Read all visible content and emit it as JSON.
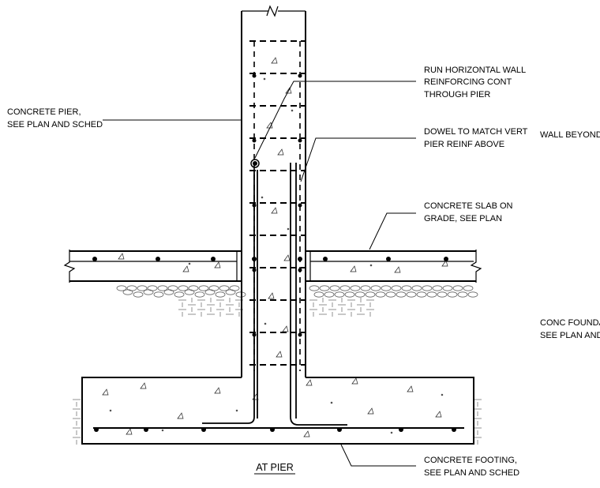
{
  "title": "AT PIER",
  "notes": {
    "concrete_pier": [
      "CONCRETE PIER,",
      "SEE PLAN AND SCHED"
    ],
    "horizontal_reinforcing": [
      "RUN HORIZONTAL WALL",
      "REINFORCING CONT",
      "THROUGH PIER"
    ],
    "dowel": [
      "DOWEL TO MATCH VERT",
      "PIER REINF ABOVE"
    ],
    "wall_beyond": [
      "WALL BEYOND"
    ],
    "slab_on_grade": [
      "CONCRETE SLAB ON",
      "GRADE, SEE PLAN"
    ],
    "conc_foundation": [
      "CONC FOUNDATI",
      "SEE PLAN AND S"
    ],
    "footing": [
      "CONCRETE FOOTING,",
      "SEE PLAN AND SCHED"
    ]
  },
  "colors": {
    "line": "#000000",
    "hatch": "#666666",
    "background": "#ffffff"
  }
}
